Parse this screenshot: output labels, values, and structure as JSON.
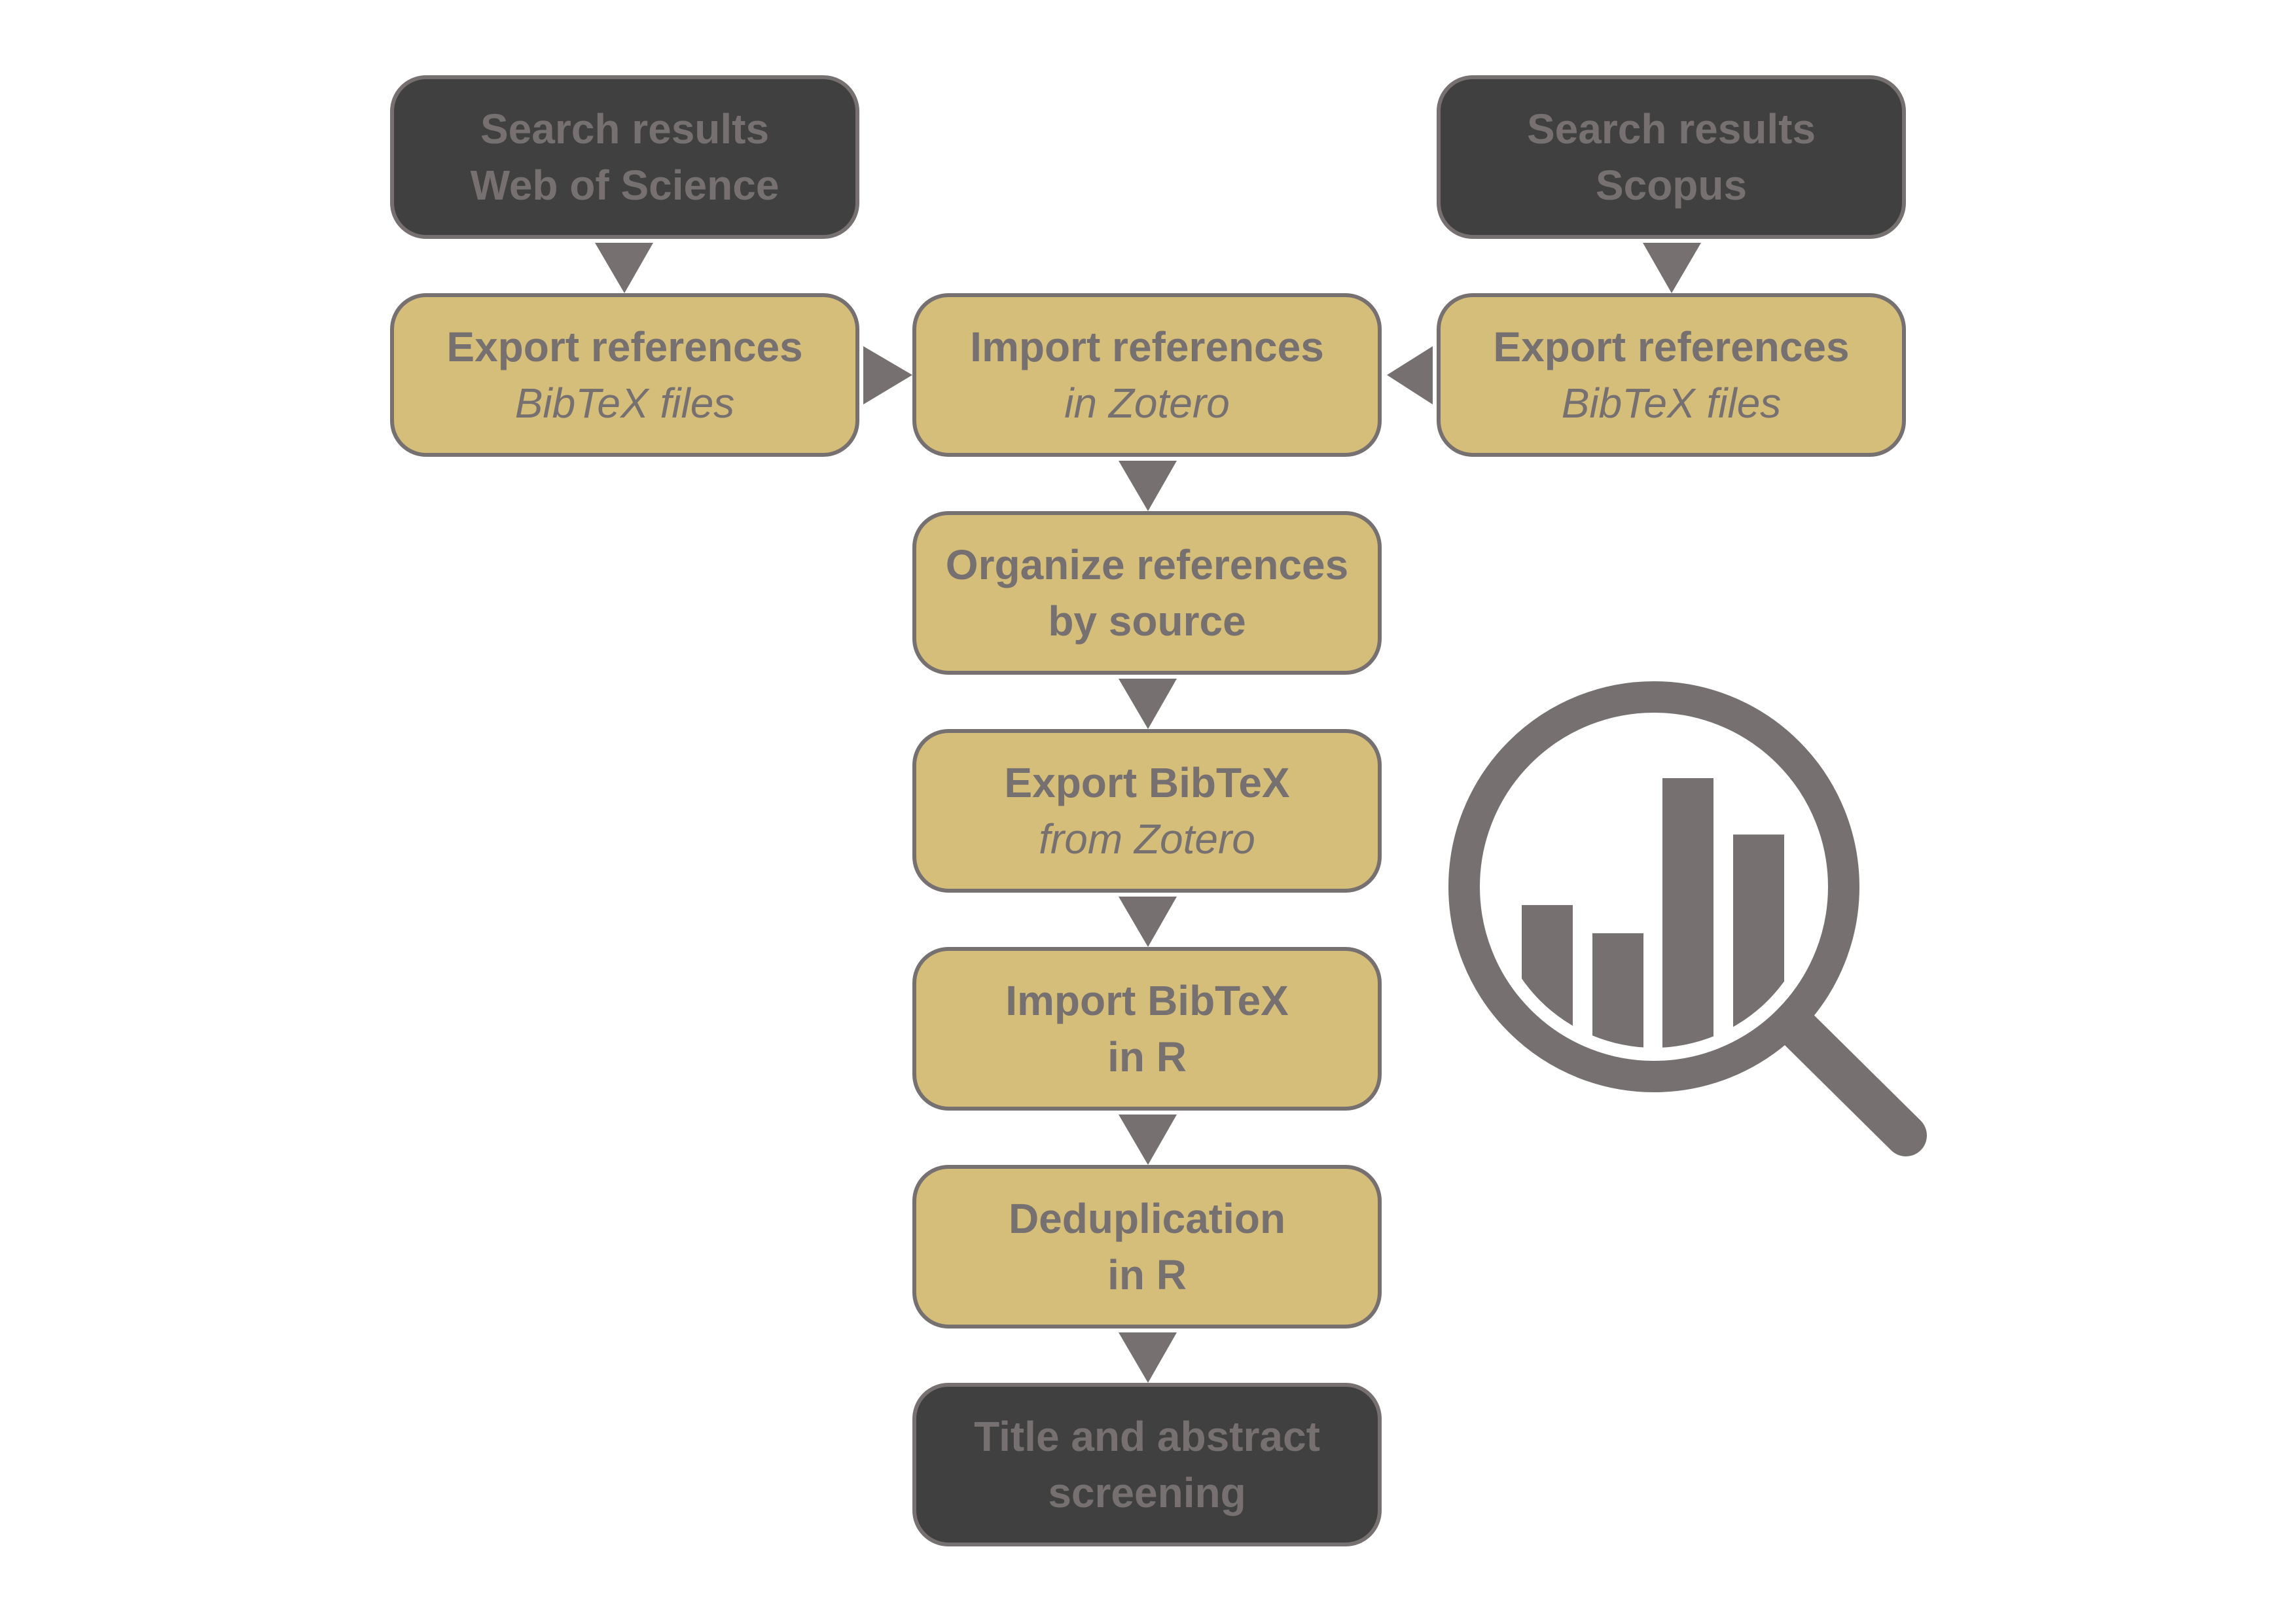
{
  "colors": {
    "step_fill": "#D5BD7A",
    "terminal_fill": "#404040",
    "stroke_and_text": "#767170",
    "background": "#FFFFFF"
  },
  "nodes": {
    "search_wos": {
      "lines": [
        "Search results",
        "Web of Science"
      ],
      "styles": [
        "bold",
        "bold"
      ],
      "kind": "terminal"
    },
    "search_scopus": {
      "lines": [
        "Search results",
        "Scopus"
      ],
      "styles": [
        "bold",
        "bold"
      ],
      "kind": "terminal"
    },
    "export_wos": {
      "lines": [
        "Export references",
        "BibTeX files"
      ],
      "styles": [
        "bold",
        "italic"
      ],
      "kind": "step"
    },
    "import_zotero": {
      "lines": [
        "Import references",
        "in Zotero"
      ],
      "styles": [
        "bold",
        "italic"
      ],
      "kind": "step"
    },
    "export_scopus": {
      "lines": [
        "Export references",
        "BibTeX files"
      ],
      "styles": [
        "bold",
        "italic"
      ],
      "kind": "step"
    },
    "organize": {
      "lines": [
        "Organize references",
        "by source"
      ],
      "styles": [
        "bold",
        "bold"
      ],
      "kind": "step"
    },
    "export_bibtex": {
      "lines": [
        "Export BibTeX",
        "from Zotero"
      ],
      "styles": [
        "bold",
        "italic"
      ],
      "kind": "step"
    },
    "import_r": {
      "lines": [
        "Import BibTeX",
        "in R"
      ],
      "styles": [
        "bold",
        "bold"
      ],
      "kind": "step"
    },
    "dedup": {
      "lines": [
        "Deduplication",
        "in R"
      ],
      "styles": [
        "bold",
        "bold"
      ],
      "kind": "step"
    },
    "screening": {
      "lines": [
        "Title and abstract",
        "screening"
      ],
      "styles": [
        "bold",
        "bold"
      ],
      "kind": "terminal"
    }
  },
  "edges": [
    {
      "from": "search_wos",
      "to": "export_wos",
      "direction": "down"
    },
    {
      "from": "search_scopus",
      "to": "export_scopus",
      "direction": "down"
    },
    {
      "from": "export_wos",
      "to": "import_zotero",
      "direction": "right"
    },
    {
      "from": "export_scopus",
      "to": "import_zotero",
      "direction": "left"
    },
    {
      "from": "import_zotero",
      "to": "organize",
      "direction": "down"
    },
    {
      "from": "organize",
      "to": "export_bibtex",
      "direction": "down"
    },
    {
      "from": "export_bibtex",
      "to": "import_r",
      "direction": "down"
    },
    {
      "from": "import_r",
      "to": "dedup",
      "direction": "down"
    },
    {
      "from": "dedup",
      "to": "screening",
      "direction": "down"
    }
  ],
  "icon": {
    "name": "magnifier-bar-chart-icon",
    "bar_relative_heights": [
      0.55,
      0.45,
      1.0,
      0.8
    ]
  }
}
